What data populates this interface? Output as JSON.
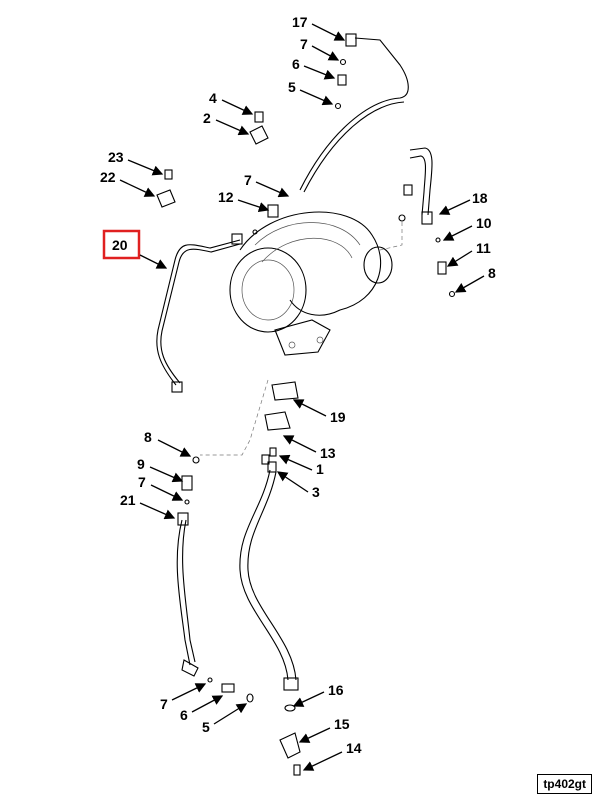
{
  "callouts": [
    "17",
    "7",
    "6",
    "5",
    "4",
    "2",
    "23",
    "22",
    "7",
    "12",
    "20",
    "18",
    "10",
    "11",
    "8",
    "19",
    "8",
    "13",
    "1",
    "9",
    "3",
    "7",
    "21",
    "16",
    "7",
    "6",
    "5",
    "15",
    "14"
  ],
  "highlighted_callout": "20",
  "highlight_color": "#e02020",
  "drawing_ref": "tp402gt"
}
